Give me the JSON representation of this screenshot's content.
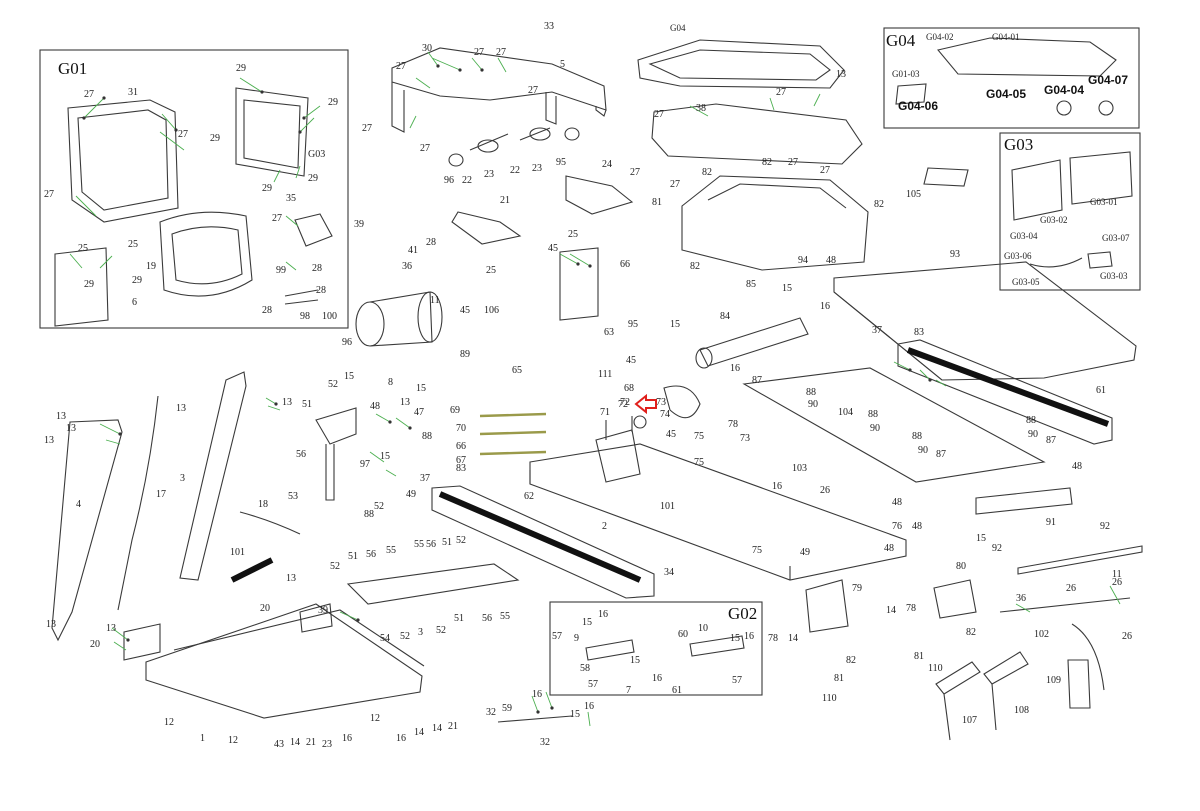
{
  "groups": {
    "g01": "G01",
    "g02": "G02",
    "g03": "G03",
    "g04": "G04",
    "g04_top": "G04"
  },
  "g04_parts": [
    "G04-02",
    "G04-01",
    "G01-03",
    "G04-06",
    "G04-05",
    "G04-04",
    "G04-07"
  ],
  "g03_parts": [
    "G03-01",
    "G03-02",
    "G03-04",
    "G03-06",
    "G03-05",
    "G03-07",
    "G03-03"
  ],
  "labels": {
    "g01": [
      "29",
      "27",
      "31",
      "27",
      "29",
      "27",
      "29",
      "G03",
      "29",
      "35",
      "27",
      "99",
      "28",
      "29",
      "25",
      "25",
      "19",
      "29",
      "6",
      "98",
      "100",
      "28",
      "29",
      "28"
    ],
    "top": [
      "30",
      "27",
      "27",
      "33",
      "5",
      "27",
      "27",
      "27",
      "27",
      "96",
      "22",
      "23",
      "22",
      "23",
      "95",
      "24",
      "21",
      "25",
      "39",
      "41",
      "28",
      "36",
      "25",
      "11",
      "45",
      "106",
      "89",
      "45",
      "66",
      "63",
      "95",
      "15",
      "84",
      "16",
      "85",
      "15",
      "16"
    ],
    "belt_area": [
      "38",
      "27",
      "27",
      "82",
      "27",
      "82",
      "27",
      "27",
      "81",
      "82",
      "27",
      "94",
      "48",
      "82",
      "13",
      "105",
      "93",
      "83",
      "37",
      "61",
      "87",
      "88",
      "90",
      "104",
      "88",
      "90",
      "78",
      "88",
      "90",
      "87",
      "48",
      "88",
      "90",
      "87"
    ],
    "middle": [
      "96",
      "8",
      "15",
      "52",
      "15",
      "48",
      "47",
      "13",
      "51",
      "88",
      "56",
      "97",
      "15",
      "53",
      "52",
      "37",
      "83",
      "49",
      "88",
      "65",
      "111",
      "45",
      "68",
      "71",
      "72",
      "73",
      "74",
      "45",
      "69",
      "70",
      "66",
      "67",
      "62",
      "75",
      "73",
      "75",
      "16",
      "103",
      "26",
      "101",
      "2",
      "75",
      "48",
      "48",
      "49",
      "34"
    ],
    "lower_left": [
      "13",
      "13",
      "13",
      "13",
      "13",
      "4",
      "17",
      "13",
      "13",
      "3",
      "18",
      "101",
      "13",
      "20",
      "20",
      "39",
      "12",
      "12",
      "1",
      "43",
      "14",
      "21",
      "23",
      "16",
      "12",
      "16",
      "14",
      "14",
      "21",
      "51",
      "56",
      "55",
      "56",
      "51",
      "52",
      "52",
      "55",
      "54",
      "52",
      "3",
      "52",
      "51",
      "56",
      "55"
    ],
    "lower_right": [
      "91",
      "92",
      "15",
      "92",
      "11",
      "26",
      "26",
      "36",
      "102",
      "26",
      "14",
      "78",
      "80",
      "82",
      "81",
      "110",
      "107",
      "108",
      "109",
      "79",
      "82",
      "81",
      "110",
      "78",
      "14",
      "48",
      "76"
    ],
    "g02": [
      "16",
      "15",
      "57",
      "9",
      "58",
      "15",
      "57",
      "7",
      "60",
      "16",
      "61",
      "10",
      "16",
      "15",
      "57",
      "32",
      "59",
      "16",
      "32",
      "16",
      "15"
    ]
  },
  "callout": {
    "part": "72",
    "arrow_color": "#e0201c"
  },
  "colors": {
    "line": "#3a3a3a",
    "leader": "#4caf50",
    "belt": "#111111",
    "frame": "#555555"
  }
}
